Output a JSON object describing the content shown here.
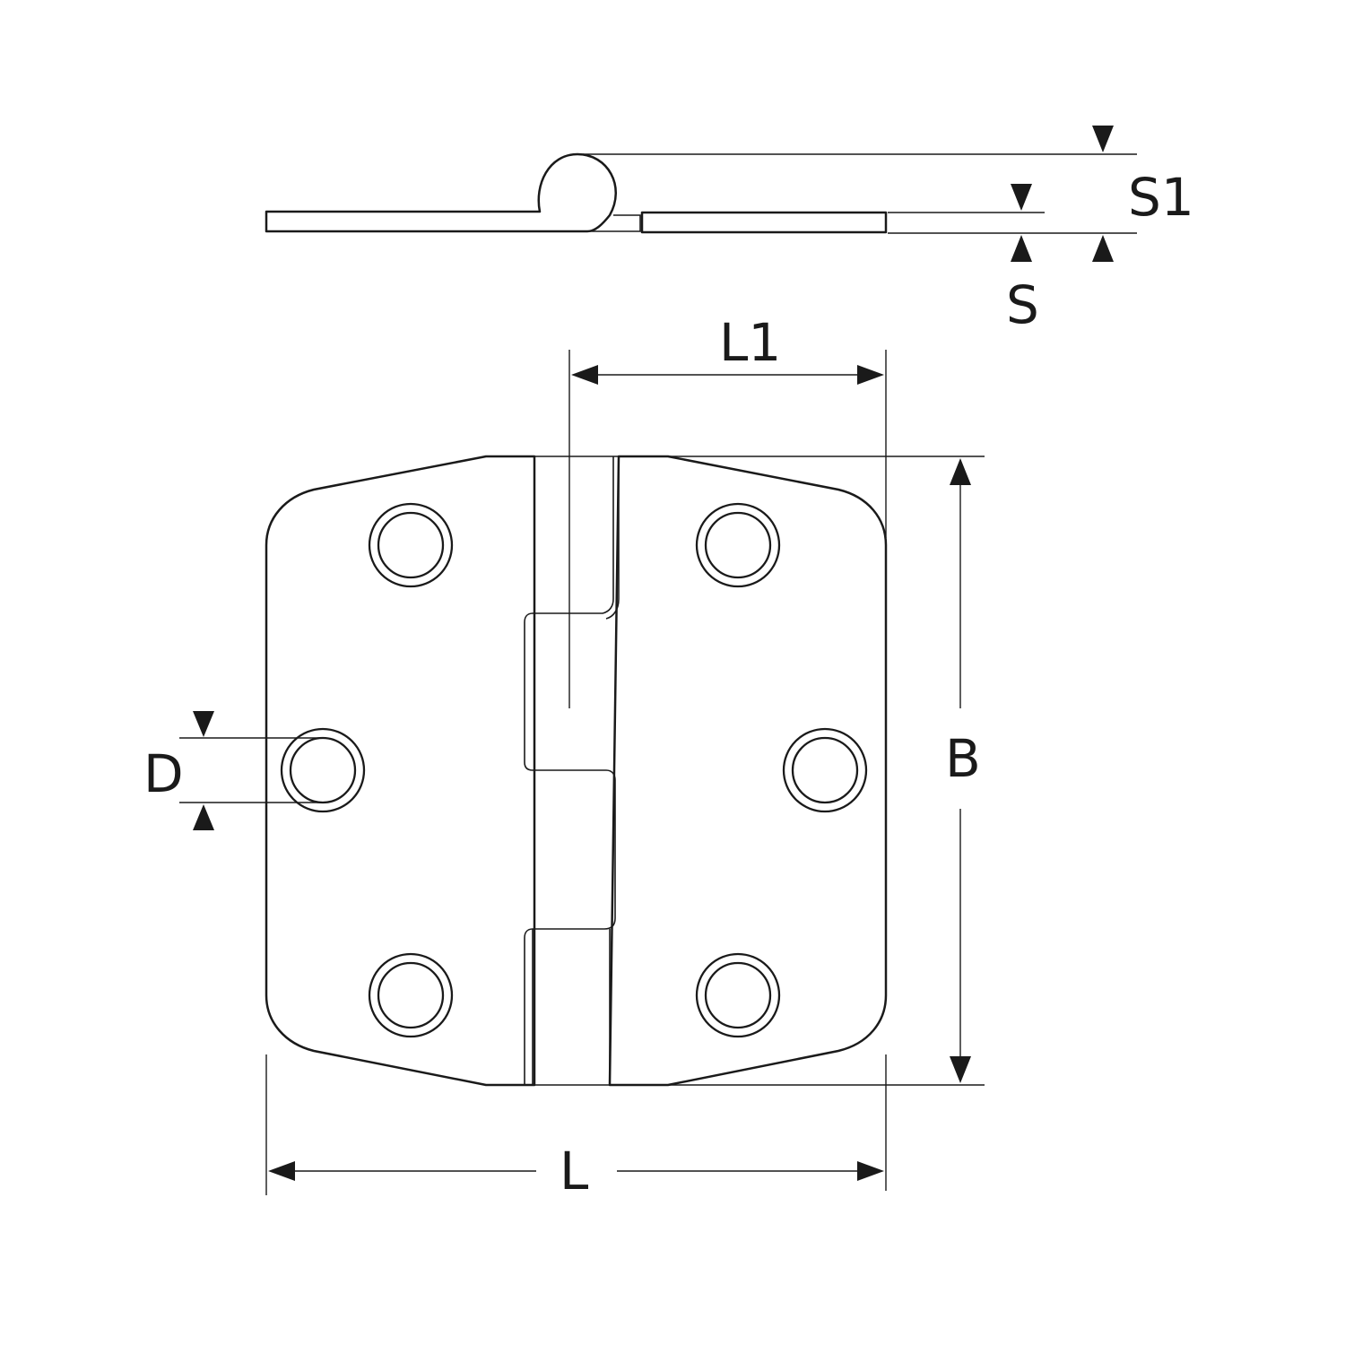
{
  "diagram": {
    "labels": {
      "S1": "S1",
      "S": "S",
      "L1": "L1",
      "B": "B",
      "D": "D",
      "L": "L"
    },
    "line_color": "#1a1a1a",
    "background_color": "#ffffff",
    "hole_count": 6
  }
}
